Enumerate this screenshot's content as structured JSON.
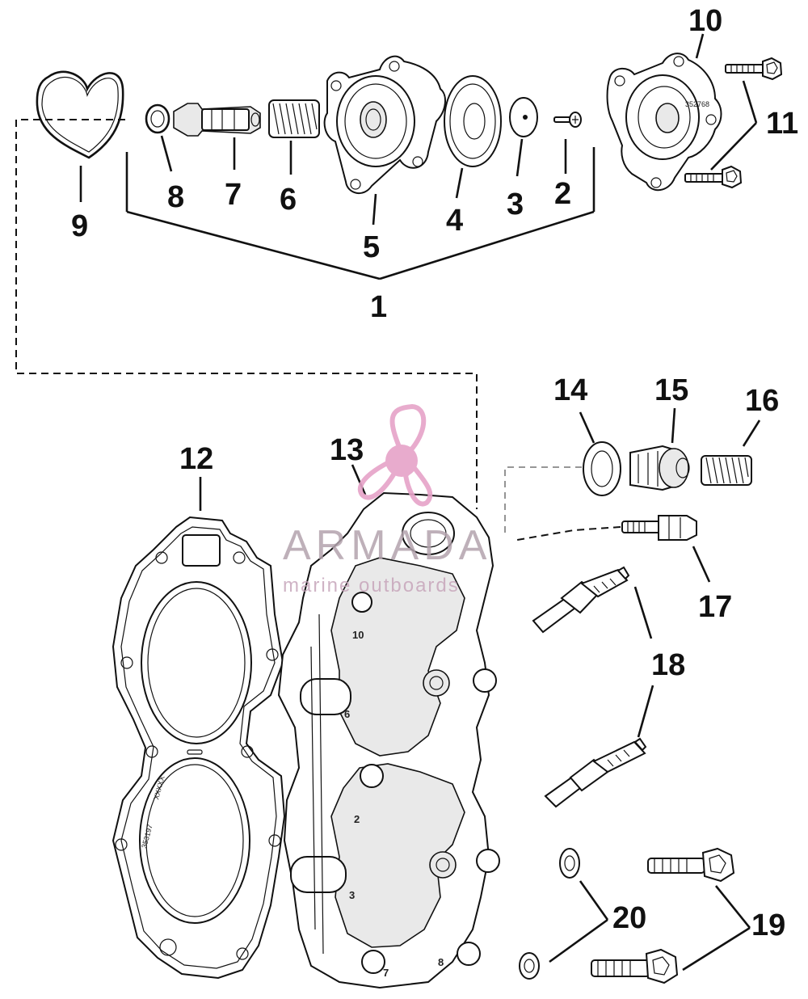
{
  "callouts": [
    {
      "id": "c1",
      "label": "1"
    },
    {
      "id": "c2",
      "label": "2"
    },
    {
      "id": "c3",
      "label": "3"
    },
    {
      "id": "c4",
      "label": "4"
    },
    {
      "id": "c5",
      "label": "5"
    },
    {
      "id": "c6",
      "label": "6"
    },
    {
      "id": "c7",
      "label": "7"
    },
    {
      "id": "c8",
      "label": "8"
    },
    {
      "id": "c9",
      "label": "9"
    },
    {
      "id": "c10",
      "label": "10"
    },
    {
      "id": "c11",
      "label": "11"
    },
    {
      "id": "c12",
      "label": "12"
    },
    {
      "id": "c13",
      "label": "13"
    },
    {
      "id": "c14",
      "label": "14"
    },
    {
      "id": "c15",
      "label": "15"
    },
    {
      "id": "c16",
      "label": "16"
    },
    {
      "id": "c17",
      "label": "17"
    },
    {
      "id": "c18",
      "label": "18"
    },
    {
      "id": "c19",
      "label": "19"
    },
    {
      "id": "c20",
      "label": "20"
    }
  ],
  "part_stamps": {
    "cover_number": "352768",
    "gasket_number": "353197",
    "gasket_code": "XXXXX"
  },
  "cylinder_marks": [
    "10",
    "6",
    "2",
    "3",
    "7",
    "8"
  ],
  "watermark": {
    "brand": "ARMADA",
    "tagline": "marine outboards",
    "colors": {
      "propeller": "#e6a3c8",
      "text": "#b3a3ad"
    }
  }
}
